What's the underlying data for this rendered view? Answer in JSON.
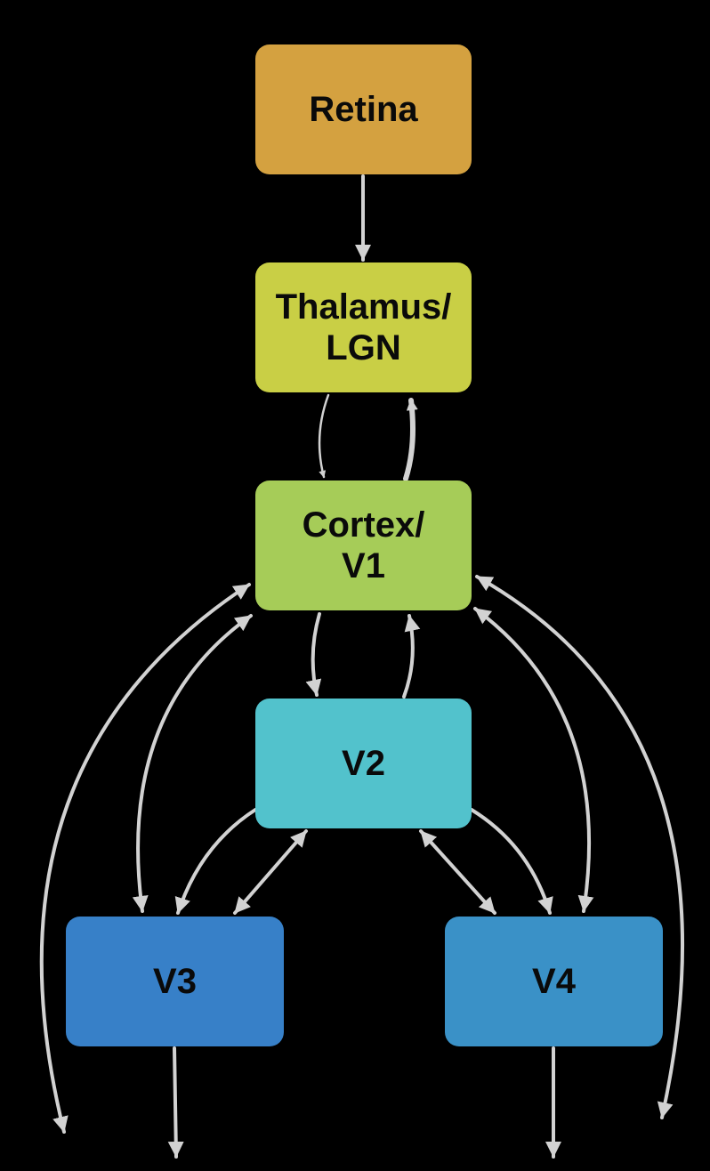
{
  "colors": {
    "background": "#000000",
    "arrow": "#d2d2d2",
    "text": "#0a0a0a"
  },
  "nodes": {
    "retina": {
      "line1": "Retina",
      "line2": "",
      "color": "#d4a140"
    },
    "thalamus": {
      "line1": "Thalamus/",
      "line2": "LGN",
      "color": "#c9cf45"
    },
    "cortex": {
      "line1": "Cortex/",
      "line2": "V1",
      "color": "#a6cc58"
    },
    "v2": {
      "line1": "V2",
      "line2": "",
      "color": "#52c2cc"
    },
    "v3": {
      "line1": "V3",
      "line2": "",
      "color": "#3780c8"
    },
    "v4": {
      "line1": "V4",
      "line2": "",
      "color": "#3a91c7"
    }
  },
  "connections": [
    {
      "from": "retina",
      "to": "thalamus",
      "direction": "forward"
    },
    {
      "from": "cortex",
      "to": "thalamus",
      "direction": "feedback",
      "emphasis": "thick"
    },
    {
      "from": "thalamus",
      "to": "cortex",
      "direction": "forward",
      "emphasis": "thin"
    },
    {
      "from": "cortex",
      "to": "v2",
      "direction": "forward"
    },
    {
      "from": "v2",
      "to": "cortex",
      "direction": "feedback"
    },
    {
      "from": "v2",
      "to": "v3",
      "direction": "forward"
    },
    {
      "from": "v2",
      "to": "v3",
      "direction": "bidirectional"
    },
    {
      "from": "v2",
      "to": "v4",
      "direction": "forward"
    },
    {
      "from": "v2",
      "to": "v4",
      "direction": "bidirectional"
    },
    {
      "from": "cortex",
      "to": "v3",
      "direction": "bidirectional"
    },
    {
      "from": "cortex",
      "to": "v4",
      "direction": "bidirectional"
    },
    {
      "from": "cortex",
      "to": "offscreen-left",
      "direction": "bidirectional"
    },
    {
      "from": "cortex",
      "to": "offscreen-right",
      "direction": "bidirectional"
    },
    {
      "from": "v3",
      "to": "offscreen-down",
      "direction": "forward"
    },
    {
      "from": "v4",
      "to": "offscreen-down",
      "direction": "forward"
    }
  ]
}
